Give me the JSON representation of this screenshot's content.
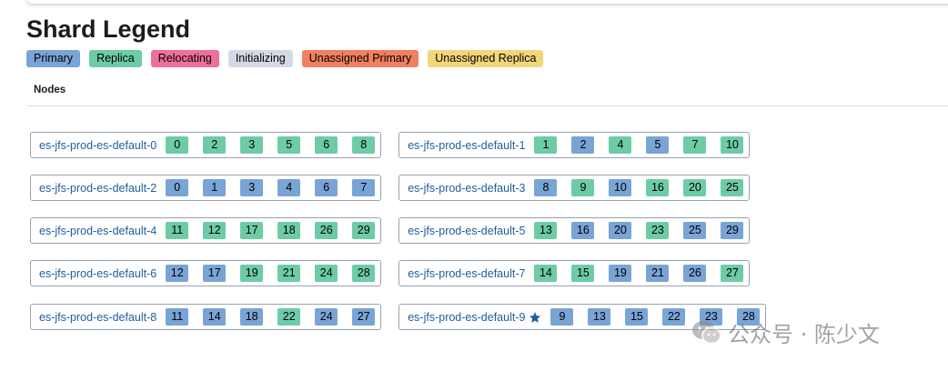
{
  "page": {
    "title": "Shard Legend"
  },
  "colors": {
    "primary": "#79a4d6",
    "replica": "#6dcca6",
    "relocating": "#ef6f99",
    "initializing": "#d3dae6",
    "unassigned_primary": "#f0805f",
    "unassigned_replica": "#f4d67a"
  },
  "legend": [
    {
      "label": "Primary",
      "type": "primary"
    },
    {
      "label": "Replica",
      "type": "replica"
    },
    {
      "label": "Relocating",
      "type": "relocating"
    },
    {
      "label": "Initializing",
      "type": "initializing"
    },
    {
      "label": "Unassigned Primary",
      "type": "unassigned_primary"
    },
    {
      "label": "Unassigned Replica",
      "type": "unassigned_replica"
    }
  ],
  "tab": {
    "label": "Nodes"
  },
  "nodes": [
    {
      "name": "es-jfs-prod-es-default-0",
      "master": false,
      "shards": [
        {
          "n": "0",
          "t": "replica"
        },
        {
          "n": "2",
          "t": "replica"
        },
        {
          "n": "3",
          "t": "replica"
        },
        {
          "n": "5",
          "t": "replica"
        },
        {
          "n": "6",
          "t": "replica"
        },
        {
          "n": "8",
          "t": "replica"
        }
      ]
    },
    {
      "name": "es-jfs-prod-es-default-1",
      "master": false,
      "shards": [
        {
          "n": "1",
          "t": "replica"
        },
        {
          "n": "2",
          "t": "primary"
        },
        {
          "n": "4",
          "t": "replica"
        },
        {
          "n": "5",
          "t": "primary"
        },
        {
          "n": "7",
          "t": "replica"
        },
        {
          "n": "10",
          "t": "replica"
        }
      ]
    },
    {
      "name": "es-jfs-prod-es-default-2",
      "master": false,
      "shards": [
        {
          "n": "0",
          "t": "primary"
        },
        {
          "n": "1",
          "t": "primary"
        },
        {
          "n": "3",
          "t": "primary"
        },
        {
          "n": "4",
          "t": "primary"
        },
        {
          "n": "6",
          "t": "primary"
        },
        {
          "n": "7",
          "t": "primary"
        }
      ]
    },
    {
      "name": "es-jfs-prod-es-default-3",
      "master": false,
      "shards": [
        {
          "n": "8",
          "t": "primary"
        },
        {
          "n": "9",
          "t": "replica"
        },
        {
          "n": "10",
          "t": "primary"
        },
        {
          "n": "16",
          "t": "replica"
        },
        {
          "n": "20",
          "t": "replica"
        },
        {
          "n": "25",
          "t": "replica"
        }
      ]
    },
    {
      "name": "es-jfs-prod-es-default-4",
      "master": false,
      "shards": [
        {
          "n": "11",
          "t": "replica"
        },
        {
          "n": "12",
          "t": "replica"
        },
        {
          "n": "17",
          "t": "replica"
        },
        {
          "n": "18",
          "t": "replica"
        },
        {
          "n": "26",
          "t": "replica"
        },
        {
          "n": "29",
          "t": "replica"
        }
      ]
    },
    {
      "name": "es-jfs-prod-es-default-5",
      "master": false,
      "shards": [
        {
          "n": "13",
          "t": "replica"
        },
        {
          "n": "16",
          "t": "primary"
        },
        {
          "n": "20",
          "t": "primary"
        },
        {
          "n": "23",
          "t": "replica"
        },
        {
          "n": "25",
          "t": "primary"
        },
        {
          "n": "29",
          "t": "primary"
        }
      ]
    },
    {
      "name": "es-jfs-prod-es-default-6",
      "master": false,
      "shards": [
        {
          "n": "12",
          "t": "primary"
        },
        {
          "n": "17",
          "t": "primary"
        },
        {
          "n": "19",
          "t": "replica"
        },
        {
          "n": "21",
          "t": "replica"
        },
        {
          "n": "24",
          "t": "replica"
        },
        {
          "n": "28",
          "t": "replica"
        }
      ]
    },
    {
      "name": "es-jfs-prod-es-default-7",
      "master": false,
      "shards": [
        {
          "n": "14",
          "t": "replica"
        },
        {
          "n": "15",
          "t": "replica"
        },
        {
          "n": "19",
          "t": "primary"
        },
        {
          "n": "21",
          "t": "primary"
        },
        {
          "n": "26",
          "t": "primary"
        },
        {
          "n": "27",
          "t": "replica"
        }
      ]
    },
    {
      "name": "es-jfs-prod-es-default-8",
      "master": false,
      "shards": [
        {
          "n": "11",
          "t": "primary"
        },
        {
          "n": "14",
          "t": "primary"
        },
        {
          "n": "18",
          "t": "primary"
        },
        {
          "n": "22",
          "t": "replica"
        },
        {
          "n": "24",
          "t": "primary"
        },
        {
          "n": "27",
          "t": "primary"
        }
      ]
    },
    {
      "name": "es-jfs-prod-es-default-9",
      "master": true,
      "shards": [
        {
          "n": "9",
          "t": "primary"
        },
        {
          "n": "13",
          "t": "primary"
        },
        {
          "n": "15",
          "t": "primary"
        },
        {
          "n": "22",
          "t": "primary"
        },
        {
          "n": "23",
          "t": "primary"
        },
        {
          "n": "28",
          "t": "primary"
        }
      ]
    }
  ],
  "watermark": {
    "text": "公众号 · 陈少文",
    "icon": "wechat-icon"
  }
}
